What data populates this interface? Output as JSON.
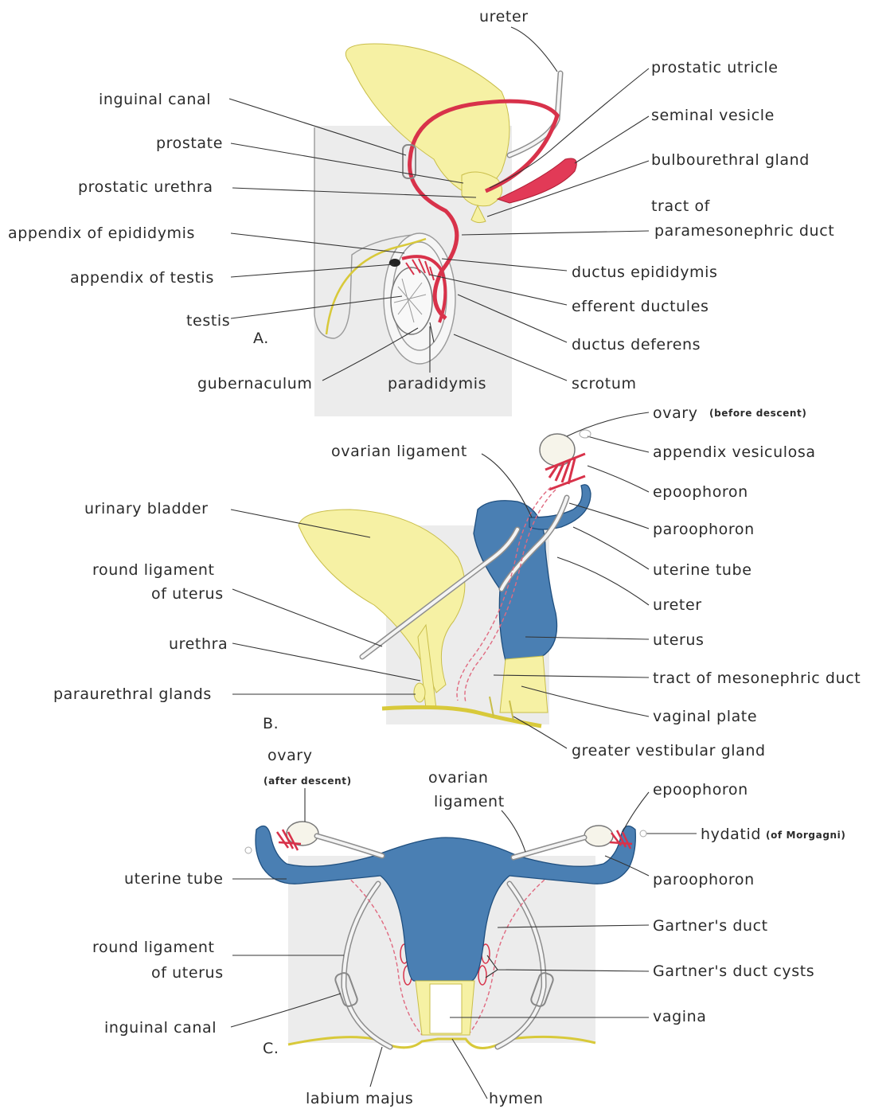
{
  "panels": {
    "a": {
      "letter": "A.",
      "labels": {
        "ureter": "ureter",
        "inguinal_canal": "inguinal canal",
        "prostate": "prostate",
        "prostatic_urethra": "prostatic urethra",
        "appendix_epididymis": "appendix of epididymis",
        "appendix_testis": "appendix of testis",
        "testis": "testis",
        "gubernaculum": "gubernaculum",
        "paradidymis": "paradidymis",
        "prostatic_utricle": "prostatic utricle",
        "seminal_vesicle": "seminal vesicle",
        "bulbourethral_gland": "bulbourethral gland",
        "tract_line1": "tract of",
        "tract_line2": "paramesonephric duct",
        "ductus_epididymis": "ductus epididymis",
        "efferent_ductules": "efferent ductules",
        "ductus_deferens": "ductus deferens",
        "scrotum": "scrotum"
      }
    },
    "b": {
      "letter": "B.",
      "labels": {
        "ovarian_ligament": "ovarian ligament",
        "urinary_bladder": "urinary bladder",
        "round_lig_line1": "round ligament",
        "round_lig_line2": "of uterus",
        "urethra": "urethra",
        "paraurethral_glands": "paraurethral glands",
        "ovary": "ovary",
        "ovary_note": "(before descent)",
        "appendix_vesiculosa": "appendix vesiculosa",
        "epoophoron": "epoophoron",
        "paroophoron": "paroophoron",
        "uterine_tube": "uterine tube",
        "ureter": "ureter",
        "uterus": "uterus",
        "tract_mesonephric": "tract of mesonephric duct",
        "vaginal_plate": "vaginal plate",
        "greater_vestibular_gland": "greater vestibular gland"
      }
    },
    "c": {
      "letter": "C.",
      "labels": {
        "ovary": "ovary",
        "ovary_note": "(after descent)",
        "ovarian_lig_line1": "ovarian",
        "ovarian_lig_line2": "ligament",
        "epoophoron": "epoophoron",
        "hydatid": "hydatid",
        "hydatid_note": "(of Morgagni)",
        "uterine_tube": "uterine tube",
        "paroophoron": "paroophoron",
        "round_lig_line1": "round ligament",
        "round_lig_line2": "of uterus",
        "gartners_duct": "Gartner's duct",
        "gartners_duct_cysts": "Gartner's duct cysts",
        "inguinal_canal": "inguinal canal",
        "vagina": "vagina",
        "labium_majus": "labium majus",
        "hymen": "hymen"
      }
    }
  },
  "colors": {
    "bladder_prostate": "#f6f1a4",
    "paramesonephric_blue": "#4a7fb3",
    "mesonephric_red": "#e23a57",
    "background_gray": "#ececec"
  }
}
